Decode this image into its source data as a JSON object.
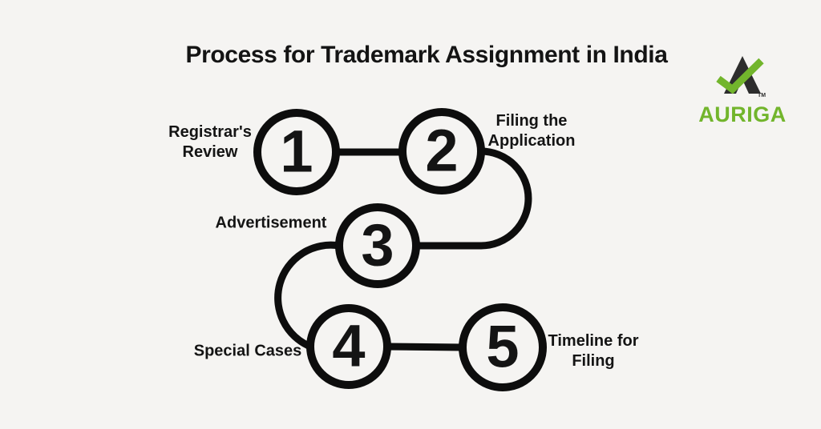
{
  "page": {
    "title": "Process for Trademark Assignment in India"
  },
  "logo": {
    "brand": "AURIGA",
    "trademark": "TM"
  },
  "colors": {
    "background": "#f5f4f2",
    "stroke": "#0d0d0d",
    "text": "#141414",
    "logo_green": "#72b52c",
    "logo_dark": "#2d2d2d"
  },
  "steps": [
    {
      "number": "1",
      "label_lines": [
        "Registrar's",
        "Review"
      ]
    },
    {
      "number": "2",
      "label_lines": [
        "Filing the",
        "Application"
      ]
    },
    {
      "number": "3",
      "label_lines": [
        "Advertisement"
      ]
    },
    {
      "number": "4",
      "label_lines": [
        "Special Cases"
      ]
    },
    {
      "number": "5",
      "label_lines": [
        "Timeline for",
        "Filing"
      ]
    }
  ]
}
